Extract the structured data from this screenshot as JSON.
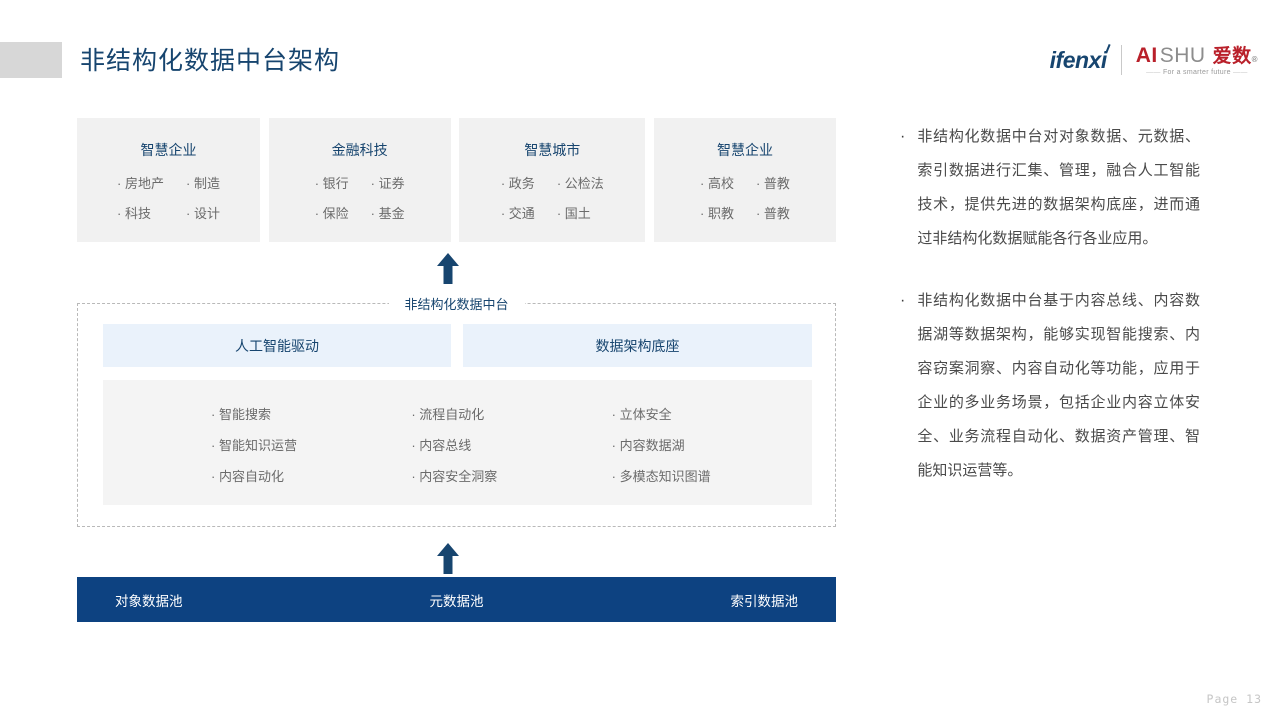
{
  "header": {
    "title": "非结构化数据中台架构",
    "marker_color": "#d7d7d7",
    "title_color": "#17456f",
    "logos": {
      "ifenxi": "ifenxi",
      "aishu_ai": "AI",
      "aishu_shu": "SHU",
      "aishu_cn": "爱数",
      "aishu_reg": "®",
      "aishu_tagline": "For a smarter future"
    }
  },
  "segments": [
    {
      "title": "智慧企业",
      "items": [
        "· 房地产",
        "· 制造",
        "· 科技",
        "· 设计"
      ]
    },
    {
      "title": "金融科技",
      "items": [
        "· 银行",
        "· 证券",
        "· 保险",
        "· 基金"
      ]
    },
    {
      "title": "智慧城市",
      "items": [
        "· 政务",
        "· 公检法",
        "· 交通",
        "· 国土"
      ]
    },
    {
      "title": "智慧企业",
      "items": [
        "· 高校",
        "· 普教",
        "· 职教",
        "· 普教"
      ]
    }
  ],
  "platform": {
    "label": "非结构化数据中台",
    "pillars": [
      "人工智能驱动",
      "数据架构底座"
    ],
    "capabilities": [
      "· 智能搜索",
      "· 流程自动化",
      "· 立体安全",
      "· 智能知识运营",
      "· 内容总线",
      "· 内容数据湖",
      "· 内容自动化",
      "· 内容安全洞察",
      "· 多模态知识图谱"
    ],
    "pillar_bg": "#eaf2fb",
    "capability_bg": "#f4f4f4",
    "border_color": "#b9b9b9"
  },
  "pools": {
    "items": [
      "对象数据池",
      "元数据池",
      "索引数据池"
    ],
    "bar_color": "#0d4281"
  },
  "arrows": {
    "color": "#17456f",
    "direction": "up",
    "count": 2
  },
  "notes": [
    {
      "bullet": "·",
      "text": "非结构化数据中台对对象数据、元数据、索引数据进行汇集、管理，融合人工智能技术，提供先进的数据架构底座，进而通过非结构化数据赋能各行各业应用。"
    },
    {
      "bullet": "·",
      "text": "非结构化数据中台基于内容总线、内容数据湖等数据架构，能够实现智能搜索、内容窃案洞察、内容自动化等功能，应用于企业的多业务场景，包括企业内容立体安全、业务流程自动化、数据资产管理、智能知识运营等。"
    }
  ],
  "footer": {
    "page_label": "Page  13"
  }
}
